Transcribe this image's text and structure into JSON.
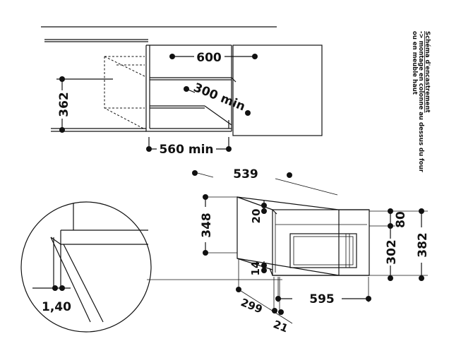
{
  "title": "Schéma d'encastrement",
  "subtitle_lines": [
    "-> montage en colonne au dessus du four",
    "ou en meuble haut"
  ],
  "top_view": {
    "dim_width": "600",
    "dim_depth": "300 min",
    "dim_height": "362",
    "dim_opening": "560 min"
  },
  "appliance": {
    "dim_top_depth": "539",
    "dim_side_height": "348",
    "dim_top_offset": "20",
    "dim_bottom_offset": "14",
    "dim_depth": "299",
    "dim_front": "21",
    "dim_width": "595",
    "dim_top_band": "80",
    "dim_inner_height": "302",
    "dim_total_height": "382"
  },
  "detail": {
    "dim_thickness": "1,40"
  }
}
